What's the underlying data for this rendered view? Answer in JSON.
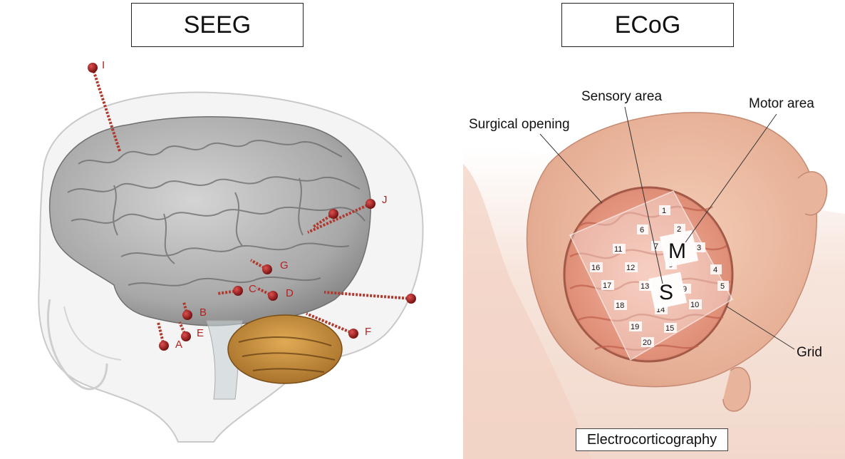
{
  "seeg": {
    "title": "SEEG",
    "electrodes": [
      {
        "label": "A"
      },
      {
        "label": "B"
      },
      {
        "label": "C"
      },
      {
        "label": "D"
      },
      {
        "label": "E"
      },
      {
        "label": "F"
      },
      {
        "label": "G"
      },
      {
        "label": "I"
      },
      {
        "label": "J"
      }
    ],
    "colors": {
      "electrode": "#9b1b1b",
      "shaft": "#c0392b",
      "brain": "#a9a9a9",
      "cerebellum": "#c8913f"
    }
  },
  "ecog": {
    "title": "ECoG",
    "labels": {
      "sensory_area": "Sensory area",
      "motor_area": "Motor area",
      "surgical_opening": "Surgical opening",
      "grid": "Grid"
    },
    "motor_letter": "M",
    "sensory_letter": "S",
    "grid_numbers": [
      "1",
      "2",
      "3",
      "4",
      "5",
      "6",
      "7",
      "8",
      "9",
      "10",
      "11",
      "12",
      "13",
      "14",
      "15",
      "16",
      "17",
      "18",
      "19",
      "20"
    ],
    "caption": "Electrocorticography",
    "colors": {
      "skin": "#e9b9a0",
      "cortex": "#e8a08a"
    }
  }
}
